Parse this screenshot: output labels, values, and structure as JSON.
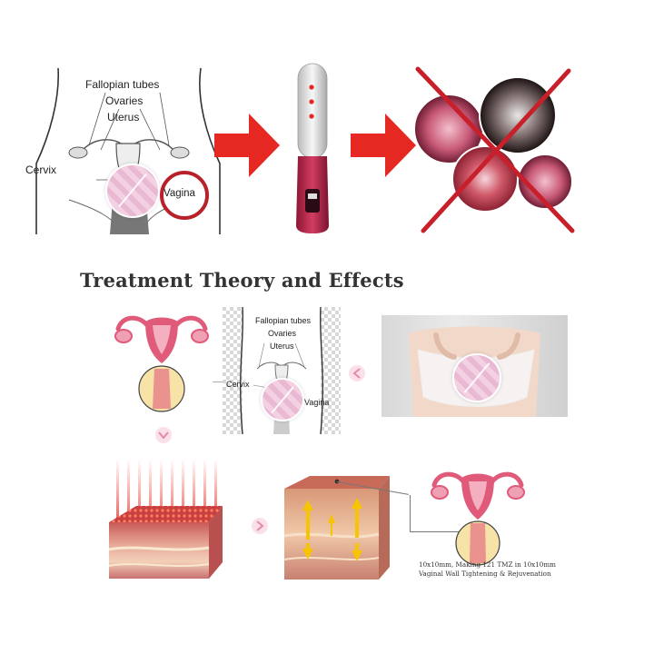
{
  "top_diagram": {
    "labels": {
      "fallopian_tubes": "Fallopian tubes",
      "ovaries": "Ovaries",
      "uterus": "Uterus",
      "cervix": "Cervix",
      "vagina": "Vagina"
    }
  },
  "heading": "Treatment Theory and Effects",
  "mid_diagram": {
    "labels": {
      "fallopian_tubes": "Fallopian tubes",
      "ovaries": "Ovaries",
      "uterus": "Uterus",
      "cervix": "Cervix",
      "vagina": "Vagina"
    }
  },
  "caption": {
    "line1": "10x10mm, Making 121 TMZ in 10x10mm",
    "line2": "Vaginal Wall Tightening & Rejuvenation"
  },
  "colors": {
    "arrow_red": "#e52822",
    "cross_red": "#c8202a",
    "circle_red": "#b8202a",
    "device_pink": "#b42346",
    "uterus_pink": "#e05a7a"
  }
}
